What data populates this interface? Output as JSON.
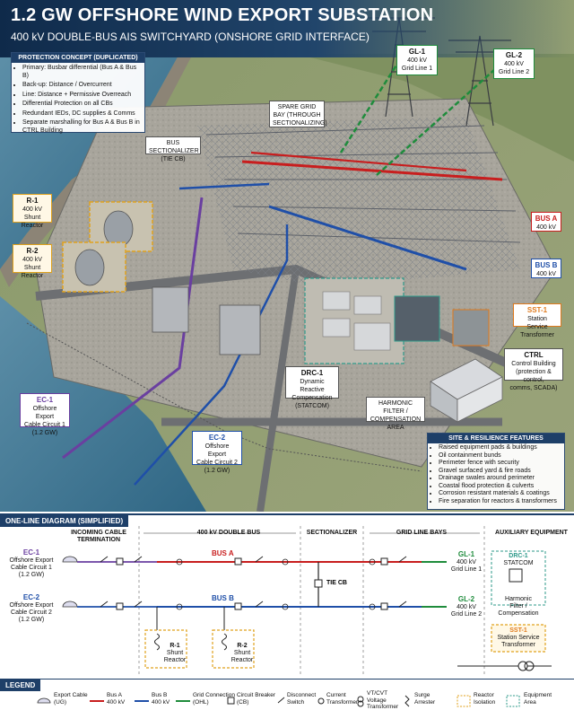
{
  "header": {
    "title": "1.2 GW OFFSHORE WIND EXPORT SUBSTATION",
    "subtitle": "400 kV DOUBLE-BUS AIS SWITCHYARD (ONSHORE GRID INTERFACE)"
  },
  "protection": {
    "title": "PROTECTION CONCEPT (DUPLICATED)",
    "items": [
      "Primary: Busbar differential (Bus A & Bus B)",
      "Back-up: Distance / Overcurrent",
      "Line: Distance + Permissive Overreach",
      "Differential Protection on all CBs",
      "Redundant IEDs, DC supplies & Comms",
      "Separate marshalling for Bus A & Bus B in CTRL Building"
    ]
  },
  "callouts": {
    "gl1": {
      "name": "GL-1",
      "l1": "400 kV",
      "l2": "Grid Line 1"
    },
    "gl2": {
      "name": "GL-2",
      "l1": "400 kV",
      "l2": "Grid Line 2"
    },
    "spare": {
      "l1": "SPARE GRID",
      "l2": "BAY (THROUGH",
      "l3": "SECTIONALIZING)"
    },
    "bussec": {
      "l1": "BUS SECTIONALIZER",
      "l2": "(TIE CB)"
    },
    "r1": {
      "name": "R-1",
      "l1": "400 kV",
      "l2": "Shunt Reactor"
    },
    "r2": {
      "name": "R-2",
      "l1": "400 kV",
      "l2": "Shunt Reactor"
    },
    "busa": {
      "name": "BUS A",
      "l1": "400 kV"
    },
    "busb": {
      "name": "BUS B",
      "l1": "400 kV"
    },
    "sst1": {
      "name": "SST-1",
      "l1": "Station Service",
      "l2": "Transformer"
    },
    "ctrl": {
      "name": "CTRL",
      "l1": "Control Building",
      "l2": "(protection & control,",
      "l3": "comms, SCADA)"
    },
    "drc1": {
      "name": "DRC-1",
      "l1": "Dynamic Reactive",
      "l2": "Compensation",
      "l3": "(STATCOM)"
    },
    "harm": {
      "l1": "HARMONIC FILTER /",
      "l2": "COMPENSATION",
      "l3": "AREA"
    },
    "ec1": {
      "name": "EC-1",
      "l1": "Offshore Export",
      "l2": "Cable Circuit 1",
      "l3": "(1.2 GW)"
    },
    "ec2": {
      "name": "EC-2",
      "l1": "Offshore Export",
      "l2": "Cable Circuit 2",
      "l3": "(1.2 GW)"
    }
  },
  "site": {
    "title": "SITE & RESILIENCE FEATURES",
    "items": [
      "Raised equipment pads & buildings",
      "Oil containment bunds",
      "Perimeter fence with security",
      "Gravel surfaced yard & fire roads",
      "Drainage swales around perimeter",
      "Coastal flood protection & culverts",
      "Corrosion resistant materials & coatings",
      "Fire separation for reactors & transformers"
    ]
  },
  "oneline": {
    "title": "ONE-LINE DIAGRAM (SIMPLIFIED)",
    "sections": {
      "incoming": "INCOMING CABLE TERMINATION",
      "doublebus": "400 kV DOUBLE BUS",
      "sectionalizer": "SECTIONALIZER",
      "gridbays": "GRID LINE BAYS",
      "aux": "AUXILIARY EQUIPMENT"
    },
    "ec1": {
      "name": "EC-1",
      "l1": "Offshore Export",
      "l2": "Cable Circuit 1",
      "l3": "(1.2 GW)"
    },
    "ec2": {
      "name": "EC-2",
      "l1": "Offshore Export",
      "l2": "Cable Circuit 2",
      "l3": "(1.2 GW)"
    },
    "busa": "BUS A",
    "busb": "BUS B",
    "tiecb": "TIE CB",
    "gl1": {
      "name": "GL-1",
      "l1": "400 kV",
      "l2": "Grid Line 1"
    },
    "gl2": {
      "name": "GL-2",
      "l1": "400 kV",
      "l2": "Grid Line 2"
    },
    "r1": {
      "name": "R-1",
      "l1": "Shunt",
      "l2": "Reactor"
    },
    "r2": {
      "name": "R-2",
      "l1": "Shunt",
      "l2": "Reactor"
    },
    "drc1": {
      "name": "DRC-1",
      "l1": "STATCOM"
    },
    "harm": {
      "l1": "Harmonic",
      "l2": "Filter /",
      "l3": "Compensation"
    },
    "sst1": {
      "name": "SST-1",
      "l1": "Station Service",
      "l2": "Transformer"
    }
  },
  "legend": {
    "title": "LEGEND",
    "items": [
      {
        "l1": "Export Cable",
        "l2": "(UG)"
      },
      {
        "l1": "Bus A",
        "l2": "400 kV"
      },
      {
        "l1": "Bus B",
        "l2": "400 kV"
      },
      {
        "l1": "Grid Connection",
        "l2": "(OHL)"
      },
      {
        "l1": "Circuit Breaker",
        "l2": "(CB)"
      },
      {
        "l1": "Disconnect",
        "l2": "Switch"
      },
      {
        "l1": "Current",
        "l2": "Transformer"
      },
      {
        "l1": "VT/CVT",
        "l2": "Voltage",
        "l3": "Transformer"
      },
      {
        "l1": "Surge",
        "l2": "Arrester"
      },
      {
        "l1": "Reactor",
        "l2": "Isolation"
      },
      {
        "l1": "Equipment",
        "l2": "Area"
      }
    ]
  },
  "colors": {
    "bus_a": "#c81e1e",
    "bus_b": "#1f4fa8",
    "export_cable": "#6a3fa0",
    "grid": "#1f8c3c",
    "reactor": "#e0a21d",
    "aux": "#2e9a8a"
  }
}
